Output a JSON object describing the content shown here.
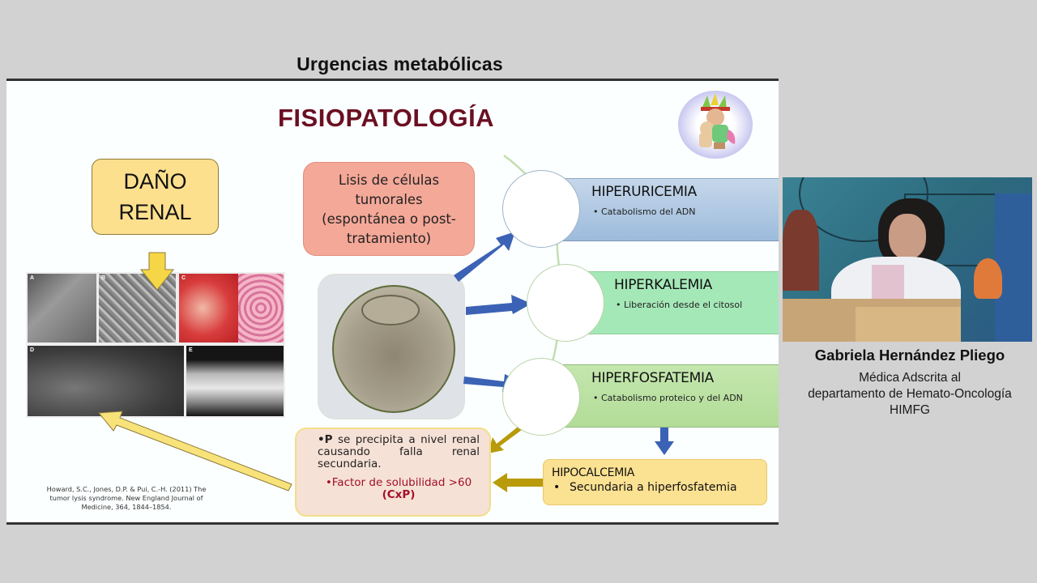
{
  "header": {
    "title": "Urgencias metabólicas"
  },
  "slide": {
    "title": "FISIOPATOLOGÍA",
    "logo_icon": "child-hugging-bear-logo",
    "dano_renal": {
      "line1": "DAÑO",
      "line2": "RENAL"
    },
    "figure_labels": [
      "A",
      "B",
      "C",
      "D",
      "E"
    ],
    "lisis": {
      "line1": "Lisis de células",
      "line2": "tumorales",
      "line3": "(espontánea o post-",
      "line4": "tratamiento)"
    },
    "cell_image": "tumor-cell-micrograph",
    "bands": [
      {
        "title": "HIPERURICEMIA",
        "bullet": "• Catabolismo del ADN",
        "color": "#9dbbdc"
      },
      {
        "title": "HIPERKALEMIA",
        "bullet": "• Liberación desde el citosol",
        "color": "#a5e8b8"
      },
      {
        "title": "HIPERFOSFATEMIA",
        "bullet": "• Catabolismo proteico y del ADN",
        "color": "#b2dc97"
      }
    ],
    "p_box": {
      "bullet_bold": "•P",
      "text": " se precipita a nivel renal causando falla renal secundaria.",
      "factor": "•Factor de solubilidad >60",
      "factor_bold": "(CxP)"
    },
    "hipocalcemia": {
      "title": "HIPOCALCEMIA",
      "bullet_dot": "•",
      "bullet": "Secundaria a hiperfosfatemia"
    },
    "reference": {
      "line1": "Howard, S.C., Jones, D.P. & Pui, C.-H. (2011) The",
      "line2": "tumor lysis syndrome. New England Journal of",
      "line3": "Medicine, 364, 1844–1854."
    },
    "colors": {
      "title": "#6b0f22",
      "arrow_blue": "#3b62b5",
      "arrow_gold": "#b89a0a",
      "arrow_yellow": "#f7e37a",
      "factor_text": "#a0102a"
    }
  },
  "speaker": {
    "name": "Gabriela Hernández Pliego",
    "role_line1": "Médica Adscrita al",
    "role_line2": "departamento de Hemato-Oncología",
    "role_line3": "HIMFG"
  }
}
